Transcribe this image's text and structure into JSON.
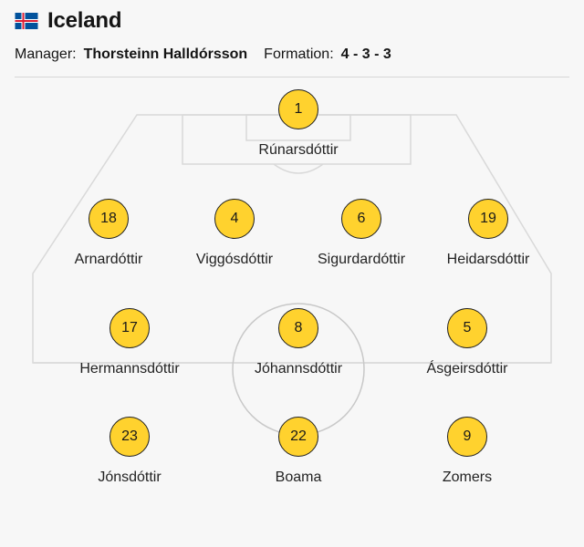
{
  "team": {
    "name": "Iceland",
    "flag_icon": "iceland-flag-icon",
    "colors": {
      "flag_blue": "#02529c",
      "flag_red": "#dc1e35",
      "flag_white": "#ffffff"
    }
  },
  "meta": {
    "manager_label": "Manager:",
    "manager_name": "Thorsteinn Halldórsson",
    "formation_label": "Formation:",
    "formation_value": "4 - 3 - 3"
  },
  "colors": {
    "badge_fill": "#ffd22e",
    "pitch_lines": "#d9d9d9"
  },
  "players": {
    "gk": {
      "number": "1",
      "name": "Rúnarsdóttir"
    },
    "d1": {
      "number": "18",
      "name": "Arnardóttir"
    },
    "d2": {
      "number": "4",
      "name": "Viggósdóttir"
    },
    "d3": {
      "number": "6",
      "name": "Sigurdardóttir"
    },
    "d4": {
      "number": "19",
      "name": "Heidarsdóttir"
    },
    "m1": {
      "number": "17",
      "name": "Hermannsdóttir"
    },
    "m2": {
      "number": "8",
      "name": "Jóhannsdóttir"
    },
    "m3": {
      "number": "5",
      "name": "Ásgeirsdóttir"
    },
    "f1": {
      "number": "23",
      "name": "Jónsdóttir"
    },
    "f2": {
      "number": "22",
      "name": "Boama"
    },
    "f3": {
      "number": "9",
      "name": "Zomers"
    }
  }
}
